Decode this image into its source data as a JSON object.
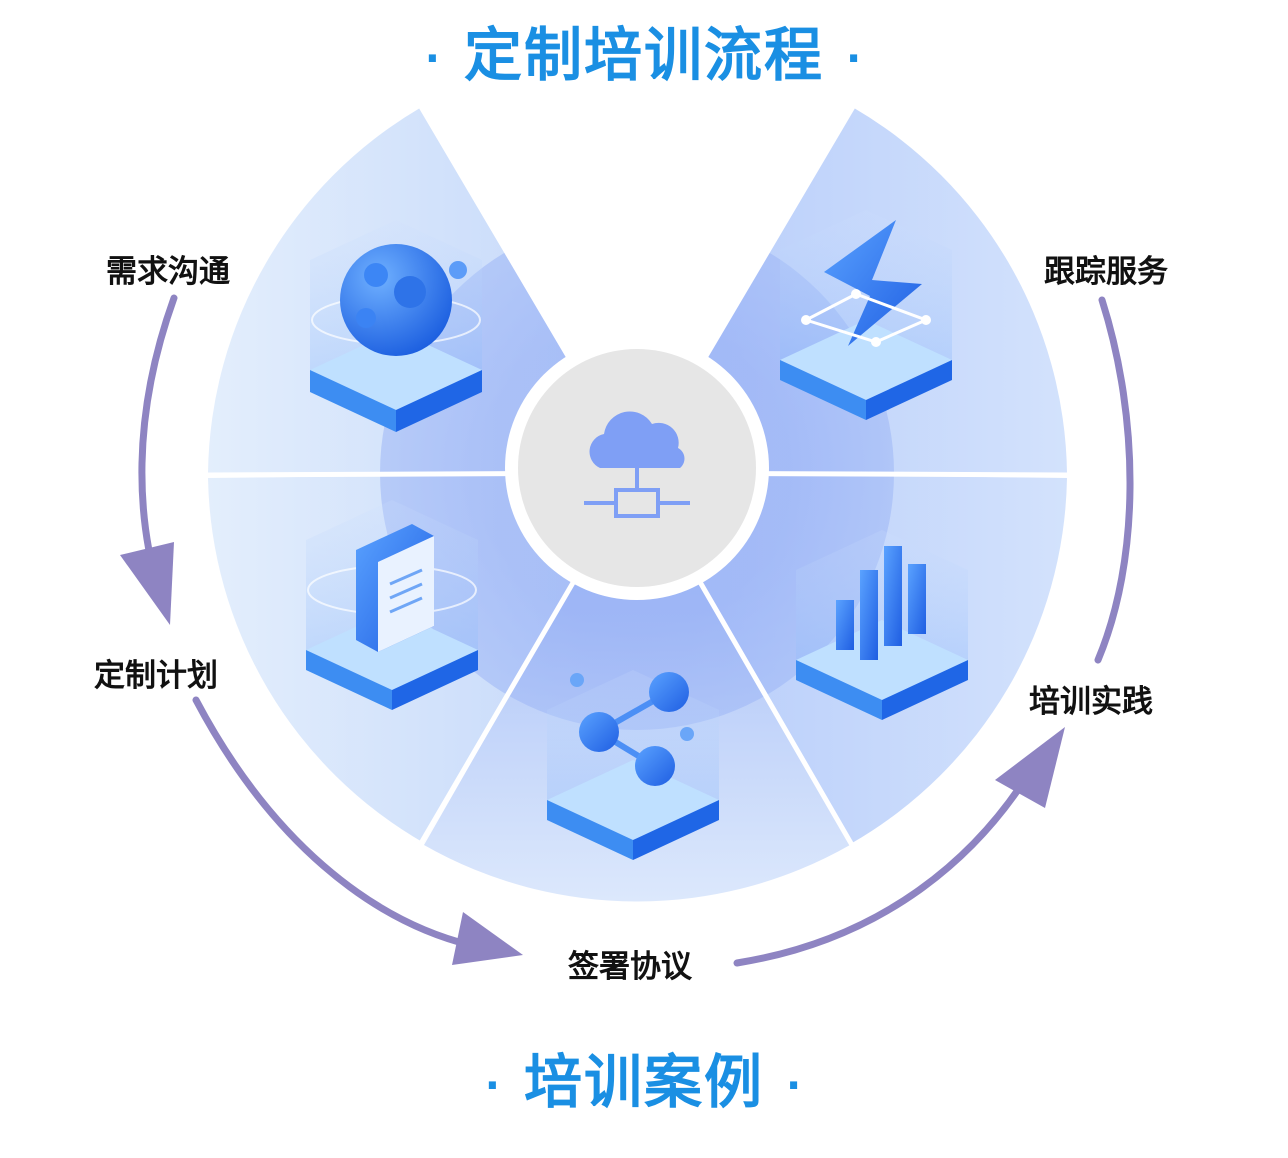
{
  "title": "定制培训流程",
  "subtitle": "培训案例",
  "steps": [
    "需求沟通",
    "定制计划",
    "签署协议",
    "培训实践",
    "跟踪服务"
  ],
  "icons": [
    "planet-icon",
    "document-icon",
    "molecule-icon",
    "bar-chart-icon",
    "lightning-icon",
    "cloud-network-icon"
  ],
  "colors": {
    "heading": "#1a8fe3",
    "arrow": "#8e84c2",
    "segment_light": "#dbe9fb",
    "segment_mid": "#a8c3f6",
    "segment_dark": "#8ba7f3",
    "hub": "#e6e6e6",
    "icon_blue": "#3a7df0"
  }
}
